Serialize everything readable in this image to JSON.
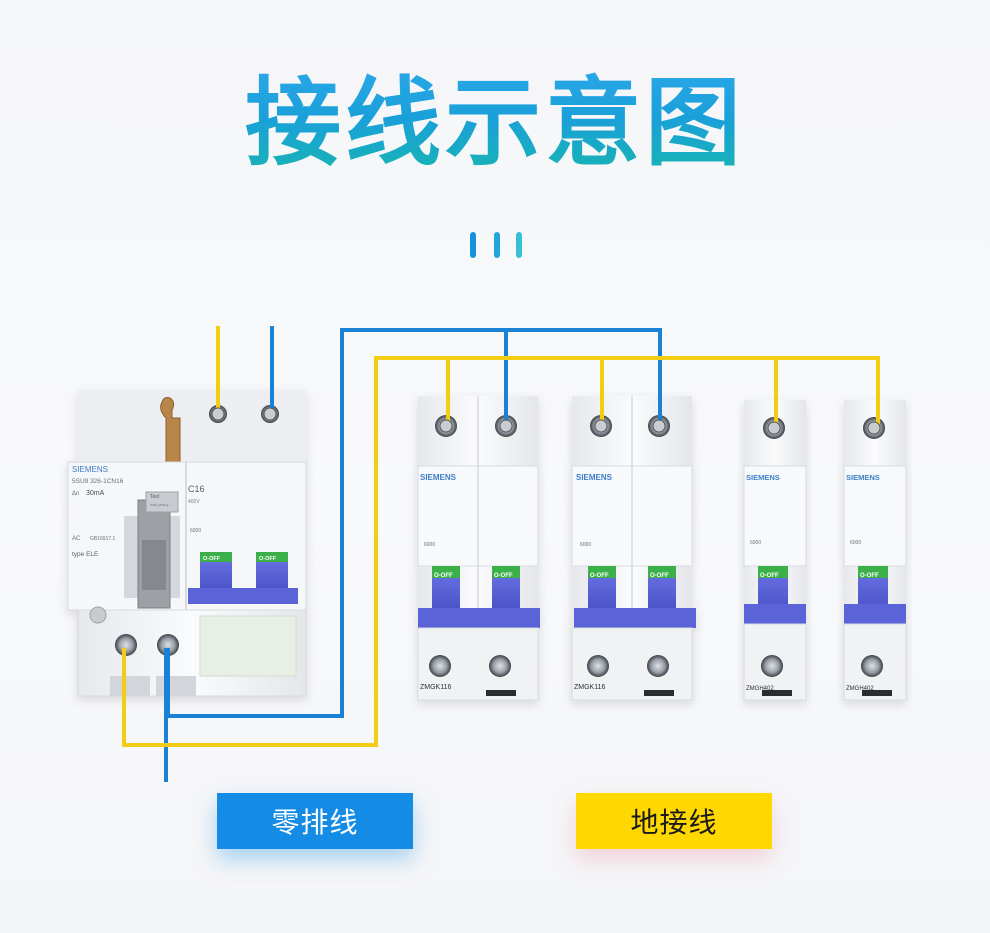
{
  "title": "接线示意图",
  "colors": {
    "neutral_wire": "#1a82d6",
    "ground_wire": "#f5cc14",
    "toggle": "#5a63d8",
    "on_label": "#3ab04a"
  },
  "rcbo": {
    "brand": "SIEMENS",
    "model": "5SU9 326-1CN16",
    "sensitivity_label": "Δn",
    "sensitivity_value": "30mA",
    "rating": "C16",
    "voltage": "400V",
    "test_text": "Test",
    "test_sub": "half-yearly",
    "type_text": "type ELE",
    "ac_text": "AC",
    "standard_text": "GB16917.1",
    "breaking": "6000",
    "switch_label": "O-OFF"
  },
  "breakers": [
    {
      "brand": "SIEMENS",
      "rating_code": "6000",
      "switch_labels": [
        "O-OFF",
        "O-OFF"
      ],
      "model": "ZMGK116"
    },
    {
      "brand": "SIEMENS",
      "rating_code": "6000",
      "switch_labels": [
        "O-OFF",
        "O-OFF"
      ],
      "model": "ZMGK116"
    },
    {
      "brand": "SIEMENS",
      "rating_code": "6000",
      "switch_labels": [
        "O-OFF"
      ],
      "model": "ZMGH402"
    },
    {
      "brand": "SIEMENS",
      "rating_code": "6000",
      "switch_labels": [
        "O-OFF"
      ],
      "model": "ZMGH402"
    }
  ],
  "legend": {
    "neutral": "零排线",
    "ground": "地接线"
  }
}
